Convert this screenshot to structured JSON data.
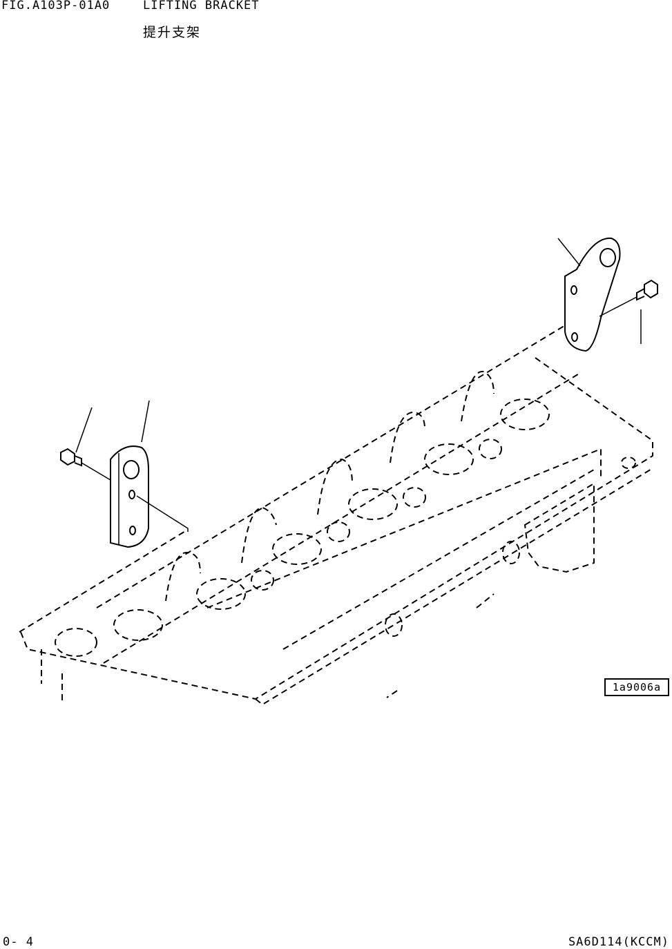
{
  "header": {
    "fig_code": "FIG.A103P-01A0",
    "title": "LIFTING BRACKET",
    "title_cn": "提升支架"
  },
  "drawing": {
    "ref_number": "1a9006a"
  },
  "footer": {
    "page": "0- 4",
    "model": "SA6D114(KCCM)"
  }
}
